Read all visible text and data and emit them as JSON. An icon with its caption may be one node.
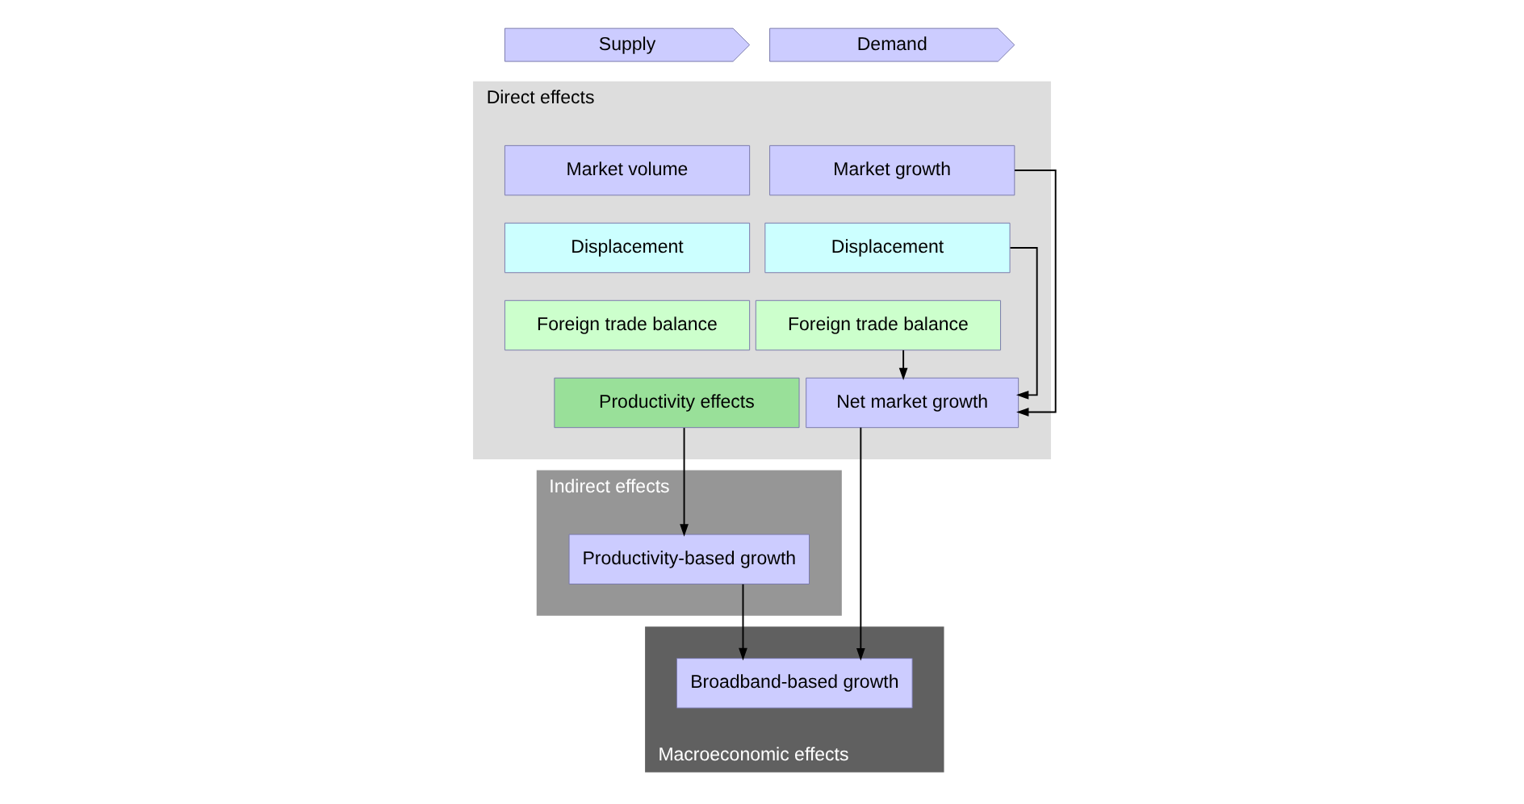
{
  "diagram": {
    "nodes": [
      {
        "text": [
          "Supply"
        ]
      },
      {
        "text": [
          "Demand"
        ]
      },
      {
        "text": [
          "Direct effects"
        ]
      },
      {
        "text": [
          "Market volume"
        ],
        "in": 2
      },
      {
        "text": [
          "Market growth"
        ],
        "in": 2
      },
      {
        "text": [
          "Displacement"
        ],
        "in": 2
      },
      {
        "text": [
          "Displacement"
        ],
        "in": 2
      },
      {
        "text": [
          "Foreign trade balance"
        ],
        "in": 2
      },
      {
        "text": [
          "Foreign trade balance"
        ],
        "in": 2
      },
      {
        "text": [
          "Productivity effects"
        ],
        "in": 2
      },
      {
        "text": [
          "Net market growth"
        ],
        "in": 2
      },
      {
        "text": [
          "Indirect effects"
        ]
      },
      {
        "text": [
          "Productivity-based growth"
        ],
        "in": 11
      },
      {
        "text": [
          "Macroeconomic effects"
        ]
      },
      {
        "text": [
          "Broadband-based growth"
        ],
        "in": 13
      }
    ],
    "edges": [
      {
        "from": 4,
        "to": 10,
        "arrow": "to"
      },
      {
        "from": 6,
        "to": 10,
        "arrow": "to"
      },
      {
        "from": 8,
        "to": 10,
        "arrow": "to"
      },
      {
        "from": 9,
        "to": 12,
        "arrow": "to"
      },
      {
        "from": 10,
        "to": 14,
        "arrow": "to"
      },
      {
        "from": 12,
        "to": 14,
        "arrow": "to"
      }
    ]
  }
}
